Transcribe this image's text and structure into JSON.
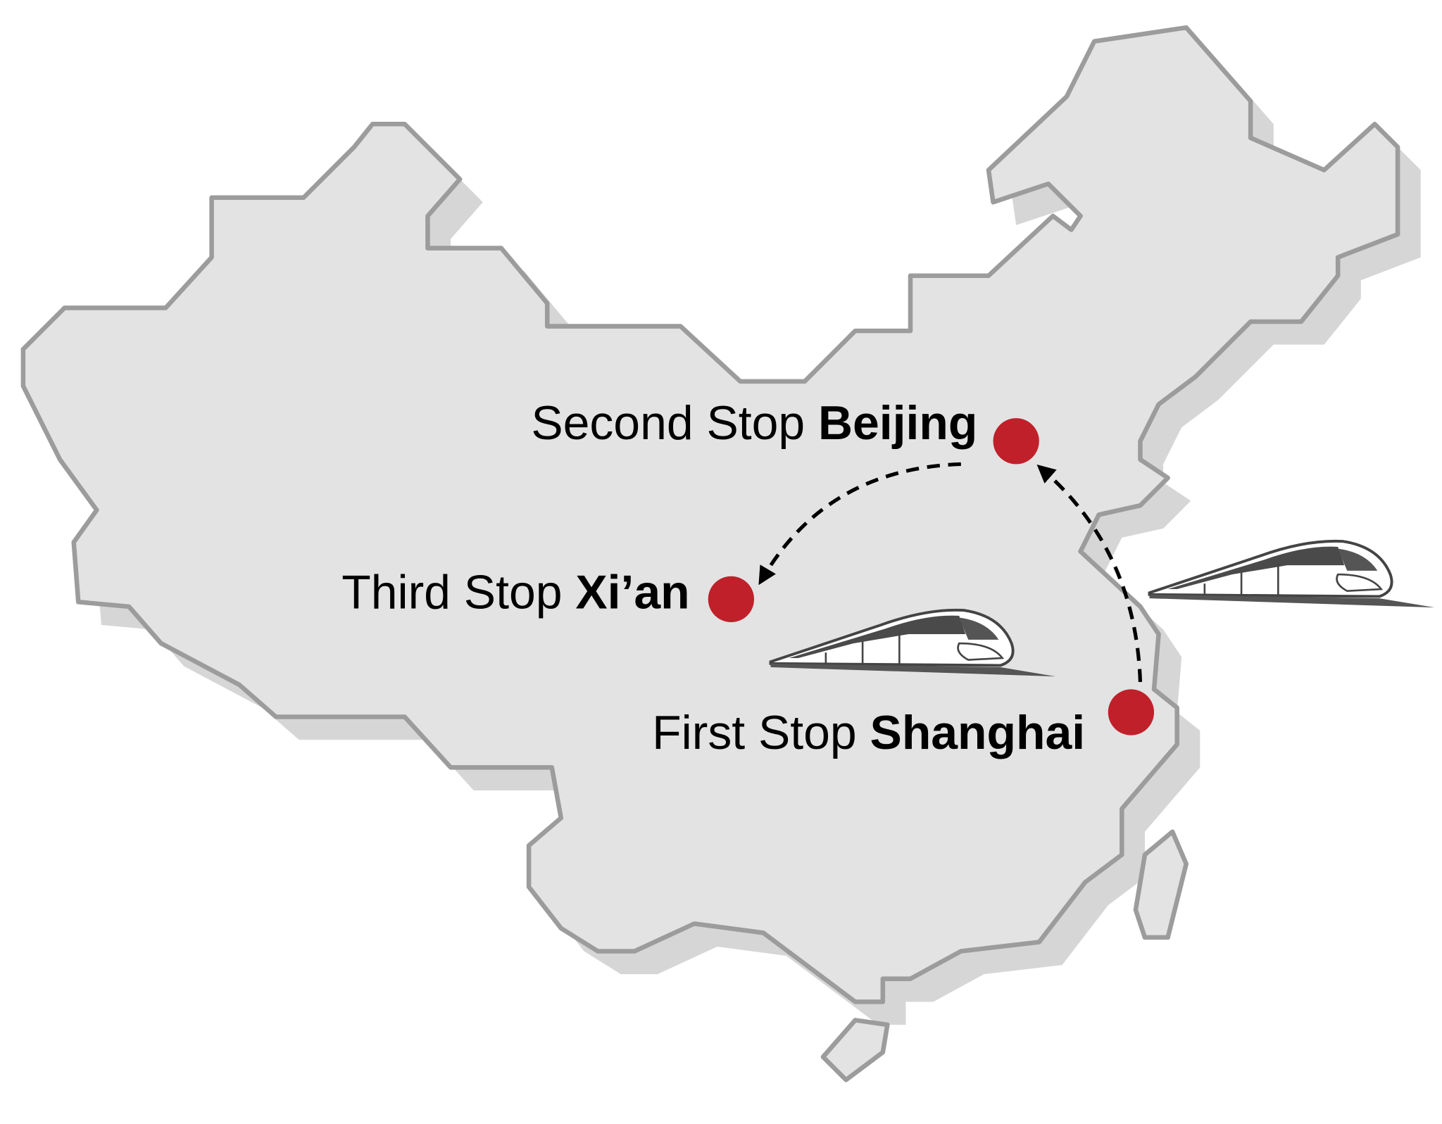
{
  "colors": {
    "map_fill": "#e3e3e3",
    "map_stroke": "#9c9c9c",
    "shadow": "#d6d6d6",
    "stop_dot": "#c0202a",
    "route": "#000000",
    "train": "#444444"
  },
  "stops": [
    {
      "prefix": "First Stop",
      "city": "Shanghai"
    },
    {
      "prefix": "Second Stop",
      "city": "Beijing"
    },
    {
      "prefix": "Third Stop",
      "city": "Xi’an"
    }
  ],
  "icons": [
    "high-speed-train-icon",
    "high-speed-train-icon"
  ]
}
